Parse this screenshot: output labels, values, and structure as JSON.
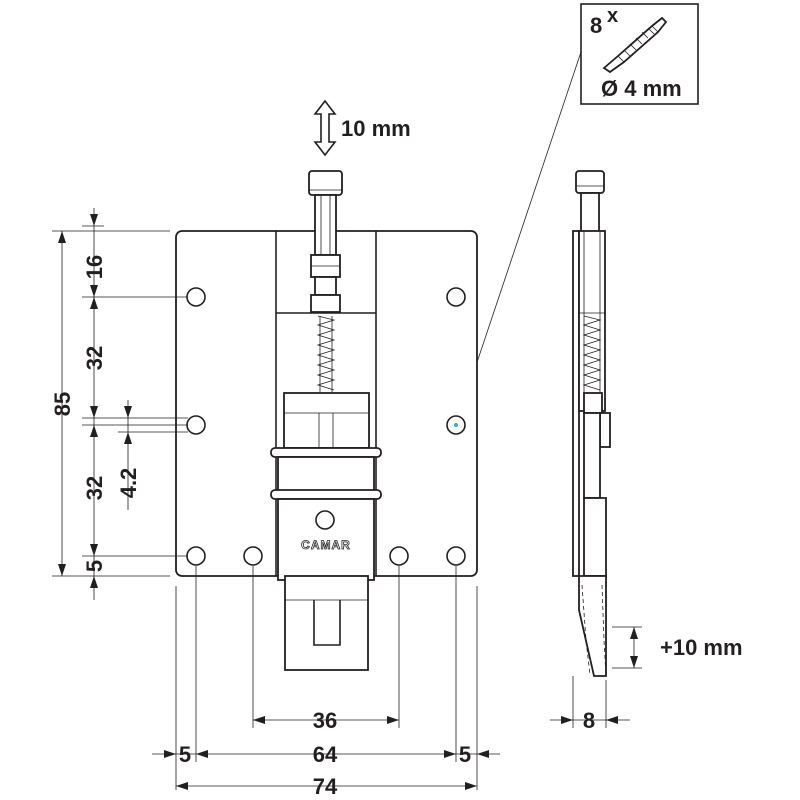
{
  "screw_box": {
    "quantity": "8",
    "quantity_suffix": "x",
    "diameter": "Ø 4 mm"
  },
  "adjust_top": "10 mm",
  "adjust_side": "+10 mm",
  "dimensions": {
    "height_total": "85",
    "top_offset": "16",
    "hole_spacing_1": "32",
    "hole_spacing_2": "32",
    "bottom_offset": "5",
    "hole_small": "4.2",
    "center_width": "36",
    "hole_span": "64",
    "edge_left": "5",
    "edge_right": "5",
    "width_total": "74",
    "depth": "8"
  },
  "logo": "CAMAR",
  "colors": {
    "line": "#231f20",
    "accent_dot": "#3aa7d6"
  }
}
